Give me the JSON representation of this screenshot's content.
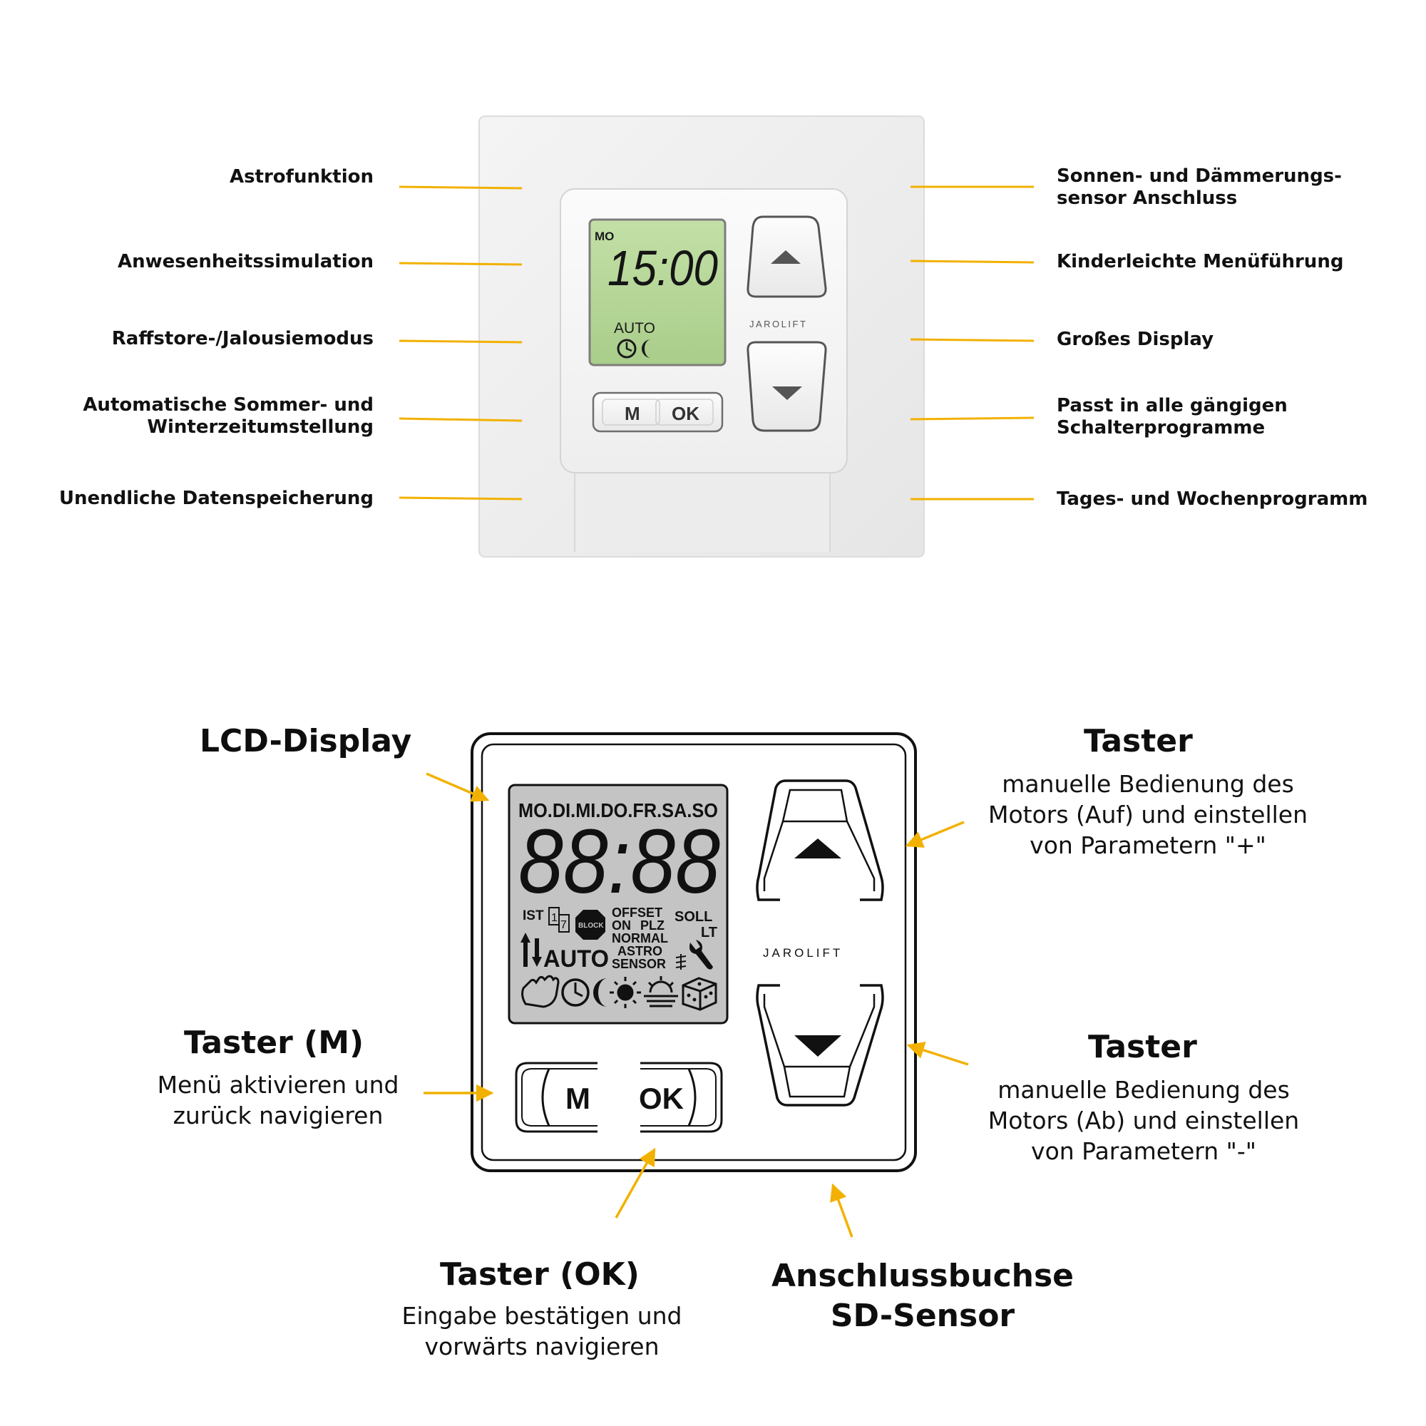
{
  "device_photo": {
    "display": {
      "day": "MO",
      "time": "15:00",
      "mode": "AUTO"
    },
    "buttons": {
      "m": "M",
      "ok": "OK"
    },
    "brand": "JAROLIFT"
  },
  "features_left": [
    {
      "lines": [
        "Astrofunktion"
      ]
    },
    {
      "lines": [
        "Anwesenheitssimulation"
      ]
    },
    {
      "lines": [
        "Raffstore-/Jalousiemodus"
      ]
    },
    {
      "lines": [
        "Automatische Sommer- und",
        "Winterzeitumstellung"
      ]
    },
    {
      "lines": [
        "Unendliche Datenspeicherung"
      ]
    }
  ],
  "features_right": [
    {
      "lines": [
        "Sonnen- und Dämmerungs-",
        "sensor Anschluss"
      ]
    },
    {
      "lines": [
        "Kinderleichte Menüführung"
      ]
    },
    {
      "lines": [
        "Großes Display"
      ]
    },
    {
      "lines": [
        "Passt in alle gängigen",
        "Schalterprogramme"
      ]
    },
    {
      "lines": [
        "Tages- und Wochenprogramm"
      ]
    }
  ],
  "diagram": {
    "lcd": {
      "days": "MO.DI.MI.DO.FR.SA.SO",
      "digits": "88:88",
      "ist": "IST",
      "block": "BLOCK",
      "offset": "OFFSET",
      "on": "ON",
      "plz": "PLZ",
      "normal": "NORMAL",
      "astro": "ASTRO",
      "sensor": "SENSOR",
      "soll": "SOLL",
      "lt": "LT",
      "auto": "AUTO",
      "box1": "1",
      "box7": "7",
      "icons": [
        "hand-icon",
        "clock-icon",
        "moon-icon",
        "sun-icon",
        "sunset-icon",
        "dice-icon",
        "wrench-icon",
        "updown-arrows-icon"
      ]
    },
    "buttons": {
      "m": "M",
      "ok": "OK"
    },
    "brand": "JAROLIFT"
  },
  "callouts": {
    "lcd": {
      "title": "LCD-Display"
    },
    "taster_up": {
      "title": "Taster",
      "lines": [
        "manuelle Bedienung des",
        "Motors (Auf) und einstellen",
        "von Parametern \"+\""
      ]
    },
    "taster_m": {
      "title": "Taster (M)",
      "lines": [
        "Menü aktivieren und",
        "zurück navigieren"
      ]
    },
    "taster_down": {
      "title": "Taster",
      "lines": [
        "manuelle Bedienung des",
        "Motors (Ab) und einstellen",
        "von Parametern \"-\""
      ]
    },
    "taster_ok": {
      "title": "Taster (OK)",
      "lines": [
        "Eingabe bestätigen und",
        "vorwärts navigieren"
      ]
    },
    "sd_sensor": {
      "lines": [
        "Anschlussbuchse",
        "SD-Sensor"
      ]
    }
  },
  "colors": {
    "accent": "#f2b100",
    "lcd_green": "#b7d79a",
    "lcd_grey": "#c4c4c4",
    "ink": "#111111"
  }
}
